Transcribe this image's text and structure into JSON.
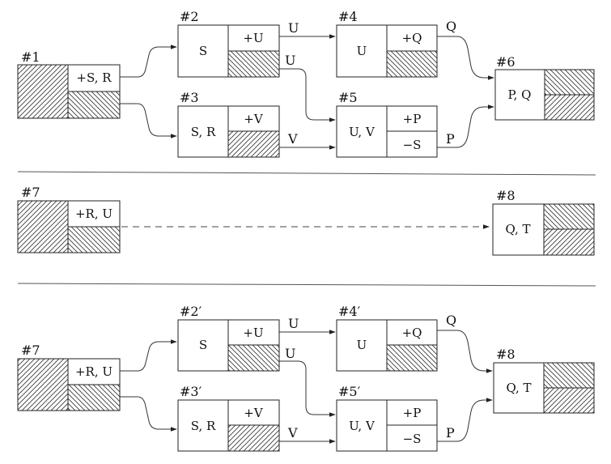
{
  "sections": [
    {
      "nodes": [
        {
          "id": "n1",
          "label": "#1",
          "left_text": "",
          "right_top_text": "+S, R",
          "right_bottom_text": "",
          "left_hatch": "fwd",
          "right_bottom_hatch": "back",
          "right_split": true
        },
        {
          "id": "n2",
          "label": "#2",
          "left_text": "S",
          "right_top_text": "+U",
          "right_bottom_text": "",
          "left_hatch": "",
          "right_bottom_hatch": "back",
          "right_split": true
        },
        {
          "id": "n3",
          "label": "#3",
          "left_text": "S, R",
          "right_top_text": "+V",
          "right_bottom_text": "",
          "left_hatch": "",
          "right_bottom_hatch": "fwd",
          "right_split": true
        },
        {
          "id": "n4",
          "label": "#4",
          "left_text": "U",
          "right_top_text": "+Q",
          "right_bottom_text": "",
          "left_hatch": "",
          "right_bottom_hatch": "back",
          "right_split": true
        },
        {
          "id": "n5",
          "label": "#5",
          "left_text": "U, V",
          "right_top_text": "+P",
          "right_bottom_text": "−S",
          "left_hatch": "",
          "right_bottom_hatch": "",
          "right_split": true
        },
        {
          "id": "n6",
          "label": "#6",
          "left_text": "P, Q",
          "right_top_text": "",
          "right_bottom_text": "",
          "left_hatch": "",
          "right_top_hatch": "back",
          "right_bottom_hatch": "fwd",
          "right_split": true
        }
      ],
      "edges": [
        {
          "from": "n1",
          "to": "n2",
          "label": ""
        },
        {
          "from": "n1",
          "to": "n3",
          "label": ""
        },
        {
          "from": "n2",
          "to": "n4",
          "label": "U"
        },
        {
          "from": "n2",
          "to": "n5",
          "label": "U"
        },
        {
          "from": "n3",
          "to": "n5",
          "label": "V"
        },
        {
          "from": "n4",
          "to": "n6",
          "label": "Q"
        },
        {
          "from": "n5",
          "to": "n6",
          "label": "P"
        }
      ]
    },
    {
      "nodes": [
        {
          "id": "n7",
          "label": "#7",
          "left_text": "",
          "right_top_text": "+R, U",
          "right_bottom_text": "",
          "left_hatch": "fwd",
          "right_bottom_hatch": "back",
          "right_split": true
        },
        {
          "id": "n8",
          "label": "#8",
          "left_text": "Q, T",
          "right_top_text": "",
          "right_bottom_text": "",
          "left_hatch": "",
          "right_top_hatch": "back",
          "right_bottom_hatch": "fwd",
          "right_split": true
        }
      ],
      "edges": [
        {
          "from": "n7",
          "to": "n8",
          "label": "",
          "dashed": true
        }
      ]
    },
    {
      "nodes": [
        {
          "id": "m7",
          "label": "#7",
          "left_text": "",
          "right_top_text": "+R, U",
          "right_bottom_text": "",
          "left_hatch": "fwd",
          "right_bottom_hatch": "back",
          "right_split": true
        },
        {
          "id": "m2",
          "label": "#2′",
          "left_text": "S",
          "right_top_text": "+U",
          "right_bottom_text": "",
          "left_hatch": "",
          "right_bottom_hatch": "back",
          "right_split": true
        },
        {
          "id": "m3",
          "label": "#3′",
          "left_text": "S, R",
          "right_top_text": "+V",
          "right_bottom_text": "",
          "left_hatch": "",
          "right_bottom_hatch": "fwd",
          "right_split": true
        },
        {
          "id": "m4",
          "label": "#4′",
          "left_text": "U",
          "right_top_text": "+Q",
          "right_bottom_text": "",
          "left_hatch": "",
          "right_bottom_hatch": "back",
          "right_split": true
        },
        {
          "id": "m5",
          "label": "#5′",
          "left_text": "U, V",
          "right_top_text": "+P",
          "right_bottom_text": "−S",
          "left_hatch": "",
          "right_bottom_hatch": "",
          "right_split": true
        },
        {
          "id": "m8",
          "label": "#8",
          "left_text": "Q, T",
          "right_top_text": "",
          "right_bottom_text": "",
          "left_hatch": "",
          "right_top_hatch": "back",
          "right_bottom_hatch": "fwd",
          "right_split": true
        }
      ],
      "edges": [
        {
          "from": "m7",
          "to": "m2",
          "label": ""
        },
        {
          "from": "m7",
          "to": "m3",
          "label": ""
        },
        {
          "from": "m2",
          "to": "m4",
          "label": "U"
        },
        {
          "from": "m2",
          "to": "m5",
          "label": "U"
        },
        {
          "from": "m3",
          "to": "m5",
          "label": "V"
        },
        {
          "from": "m4",
          "to": "m8",
          "label": "Q"
        },
        {
          "from": "m5",
          "to": "m8",
          "label": "P"
        }
      ]
    }
  ]
}
